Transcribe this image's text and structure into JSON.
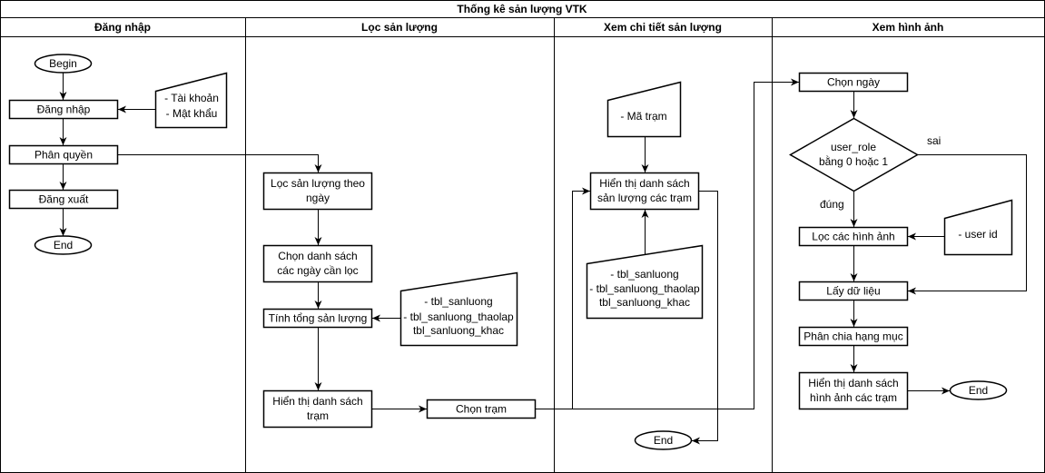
{
  "title": "Thống kê sản lượng VTK",
  "lanes": [
    {
      "label": "Đăng nhập"
    },
    {
      "label": "Lọc sản lượng"
    },
    {
      "label": "Xem chi tiết sản lượng"
    },
    {
      "label": "Xem hình ảnh"
    }
  ],
  "login": {
    "begin": "Begin",
    "login": "Đăng nhập",
    "input_line1": "- Tài khoản",
    "input_line2": "- Mật khẩu",
    "roles": "Phân quyền",
    "logout": "Đăng xuất",
    "end": "End"
  },
  "filter": {
    "by_date_line1": "Lọc sản lượng theo",
    "by_date_line2": "ngày",
    "choose_dates_line1": "Chọn danh sách",
    "choose_dates_line2": "các ngày cần lọc",
    "sum": "Tính tổng sản lượng",
    "tables_line1": "- tbl_sanluong",
    "tables_line2": "- tbl_sanluong_thaolap",
    "tables_line3": "tbl_sanluong_khac",
    "show_stations_line1": "Hiển thị danh sách",
    "show_stations_line2": "trạm",
    "choose_station": "Chọn trạm"
  },
  "detail": {
    "station_code": "- Mã trạm",
    "show_output_line1": "Hiển thị danh sách",
    "show_output_line2": "sản lượng các trạm",
    "tables_line1": "- tbl_sanluong",
    "tables_line2": "- tbl_sanluong_thaolap",
    "tables_line3": "tbl_sanluong_khac",
    "end": "End"
  },
  "images": {
    "choose_date": "Chọn ngày",
    "cond_line1": "user_role",
    "cond_line2": "bằng 0 hoặc 1",
    "no_label": "sai",
    "yes_label": "đúng",
    "filter_images": "Lọc các hình ảnh",
    "user_id": "- user id",
    "get_data": "Lấy dữ liệu",
    "categorize": "Phân chia hạng mục",
    "show_images_line1": "Hiển thị danh sách",
    "show_images_line2": "hình ảnh các trạm",
    "end": "End"
  }
}
